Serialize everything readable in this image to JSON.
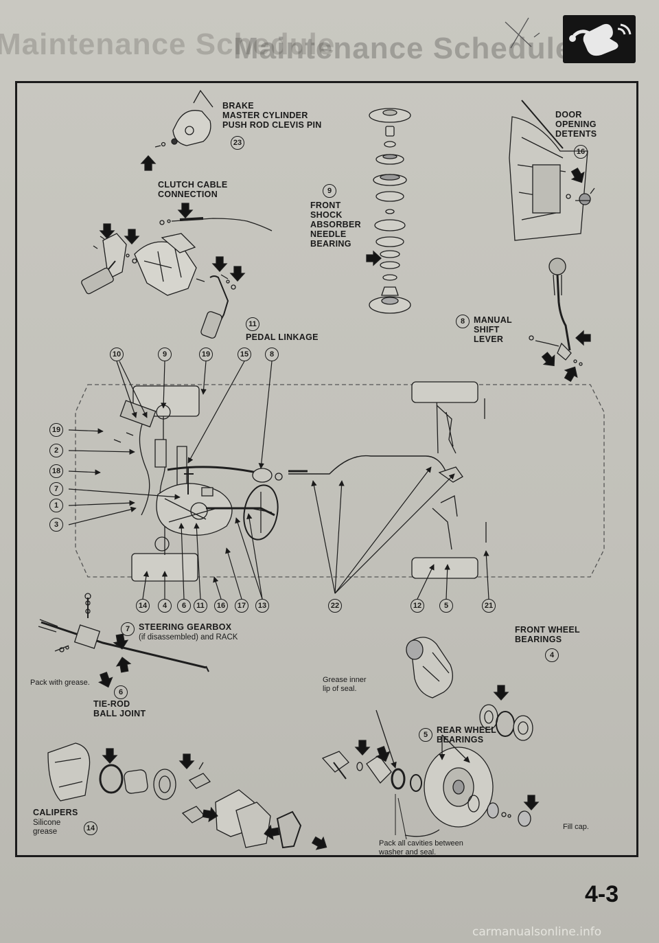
{
  "page": {
    "header_ghost_text": "Maintenance Schedule",
    "page_number": "4-3",
    "watermark": "carmanualsonline.info"
  },
  "labels": {
    "brake_master": "BRAKE\nMASTER CYLINDER\nPUSH ROD CLEVIS PIN",
    "clutch_cable": "CLUTCH CABLE\nCONNECTION",
    "front_shock": "FRONT\nSHOCK\nABSORBER\nNEEDLE\nBEARING",
    "door_detents": "DOOR\nOPENING\nDETENTS",
    "pedal_linkage": "PEDAL LINKAGE",
    "manual_shift": "MANUAL\nSHIFT\nLEVER",
    "steering_gearbox": "STEERING GEARBOX",
    "steering_note": "(if disassembled) and RACK",
    "front_wheel": "FRONT WHEEL\nBEARINGS",
    "tie_rod": "TIE-ROD\nBALL JOINT",
    "rear_wheel": "REAR WHEEL\nBEARINGS",
    "calipers": "CALIPERS",
    "silicone": "Silicone\ngrease"
  },
  "notes": {
    "pack_grease": "Pack with grease.",
    "grease_inner": "Grease inner\nlip of seal.",
    "pack_cavities": "Pack all cavities between\nwasher and seal.",
    "fill_cap": "Fill cap."
  },
  "callouts": {
    "n23": "23",
    "n9a": "9",
    "n16a": "16",
    "n11a": "11",
    "n8a": "8",
    "n10": "10",
    "n9b": "9",
    "n19a": "19",
    "n15": "15",
    "n8b": "8",
    "n19b": "19",
    "n2": "2",
    "n18": "18",
    "n7a": "7",
    "n1": "1",
    "n3": "3",
    "n14a": "14",
    "n4a": "4",
    "n6a": "6",
    "n11b": "11",
    "n16b": "16",
    "n17": "17",
    "n13": "13",
    "n22": "22",
    "n12": "12",
    "n5a": "5",
    "n21": "21",
    "n7b": "7",
    "n4b": "4",
    "n6b": "6",
    "n5b": "5",
    "n14b": "14"
  }
}
